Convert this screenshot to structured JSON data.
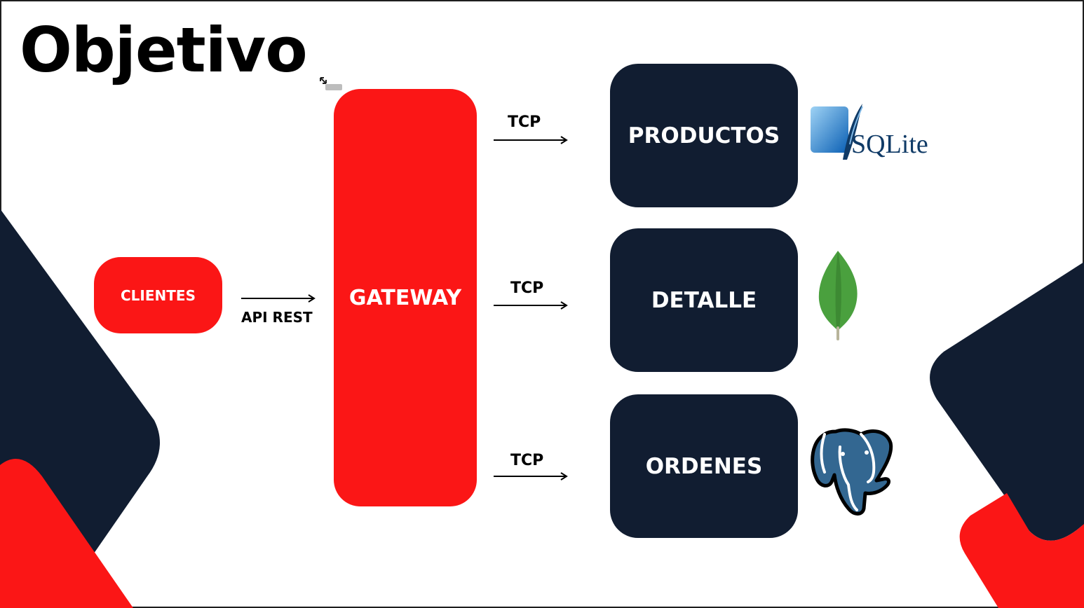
{
  "slide": {
    "title": "Objetivo"
  },
  "nodes": {
    "clientes": "CLIENTES",
    "gateway": "GATEWAY",
    "productos": "PRODUCTOS",
    "detalle": "DETALLE",
    "ordenes": "ORDENES"
  },
  "edges": {
    "clientes_to_gateway": "API REST",
    "gateway_to_productos": "TCP",
    "gateway_to_detalle": "TCP",
    "gateway_to_ordenes": "TCP"
  },
  "logos": {
    "productos_db": "SQLite",
    "detalle_db": "mongodb-leaf-icon",
    "ordenes_db": "postgresql-elephant-icon"
  },
  "colors": {
    "accent_red": "#fb1616",
    "navy": "#111d31",
    "background": "#ffffff"
  }
}
